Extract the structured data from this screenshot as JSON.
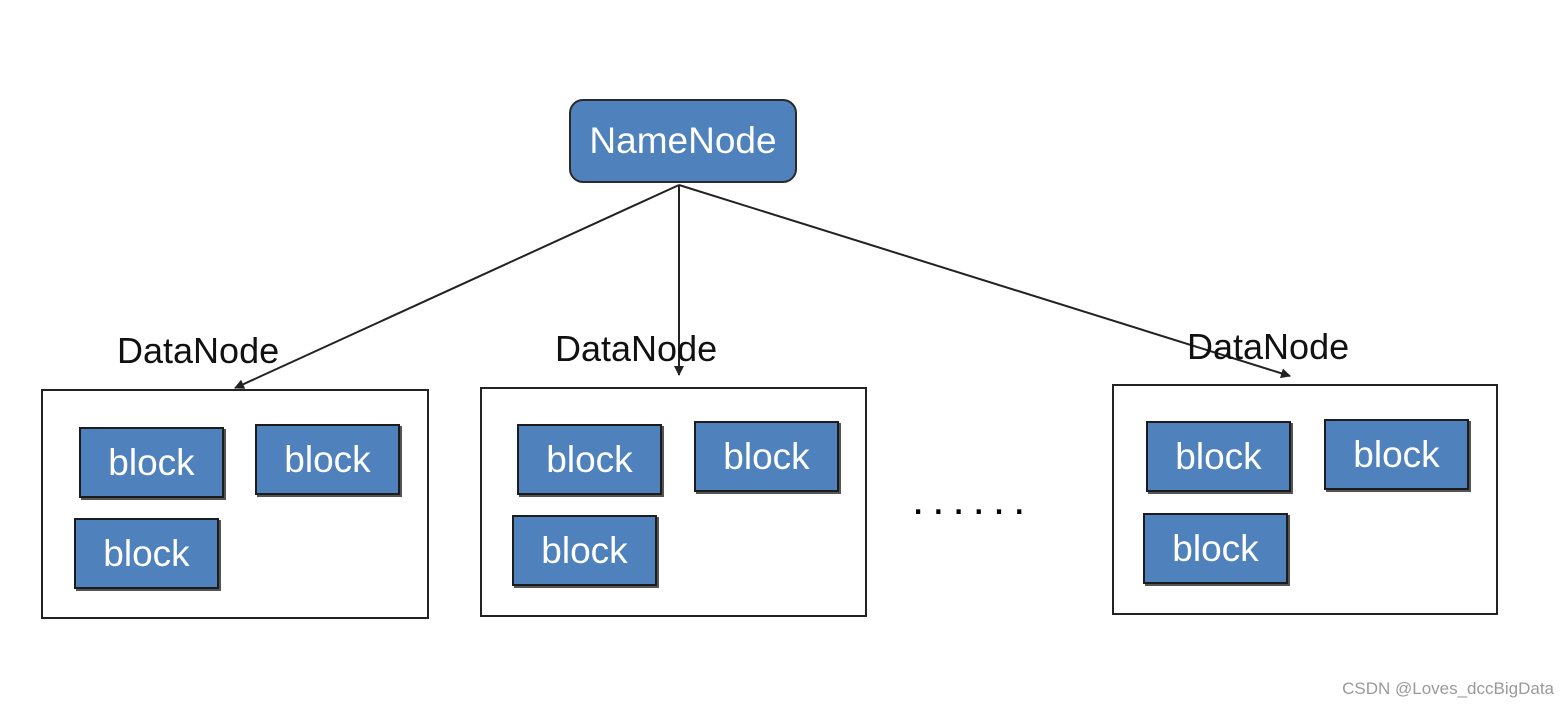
{
  "diagram": {
    "namenode_label": "NameNode",
    "ellipsis": "......",
    "datanodes": [
      {
        "label": "DataNode",
        "blocks": [
          "block",
          "block",
          "block"
        ]
      },
      {
        "label": "DataNode",
        "blocks": [
          "block",
          "block",
          "block"
        ]
      },
      {
        "label": "DataNode",
        "blocks": [
          "block",
          "block",
          "block"
        ]
      }
    ]
  },
  "watermark": "CSDN @Loves_dccBigData",
  "colors": {
    "node_fill": "#4f81bd",
    "node_text": "#ffffff",
    "line": "#222222"
  }
}
